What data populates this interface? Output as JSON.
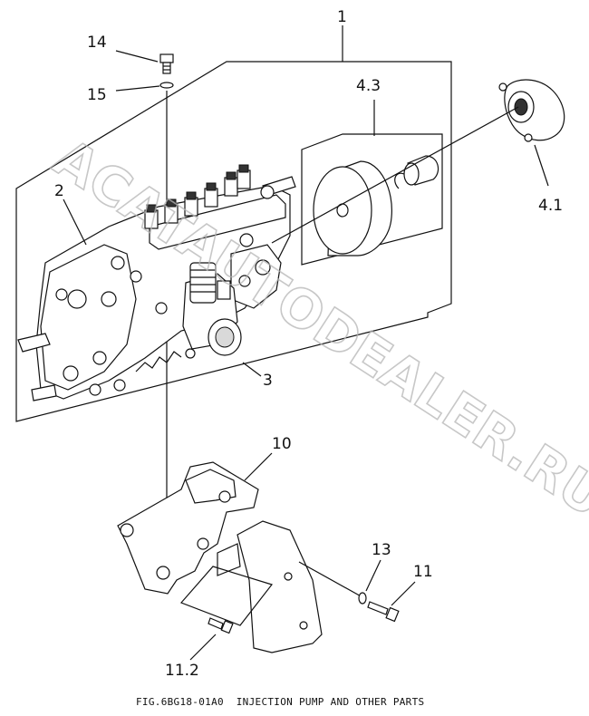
{
  "caption": "FIG.6BG18-01A0  INJECTION PUMP AND OTHER PARTS",
  "watermark": "ACATAUTODEALER.RU",
  "callouts": {
    "c1": "1",
    "c2": "2",
    "c3": "3",
    "c4_1": "4.1",
    "c4_3": "4.3",
    "c10": "10",
    "c11": "11",
    "c11_2": "11.2",
    "c13": "13",
    "c14": "14",
    "c15": "15"
  }
}
